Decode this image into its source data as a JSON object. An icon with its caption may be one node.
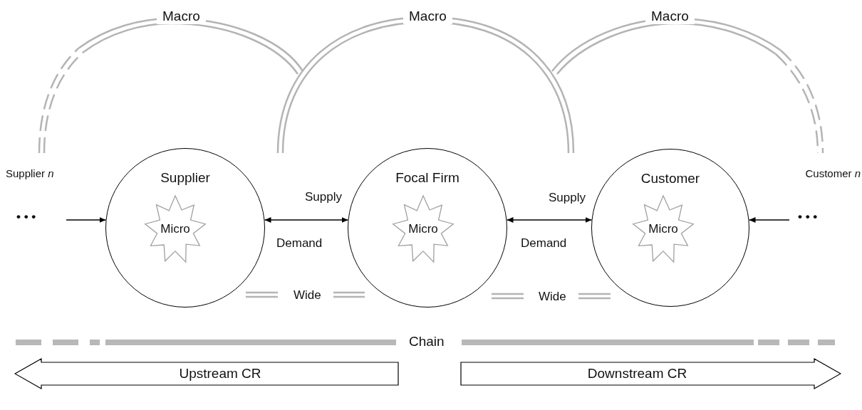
{
  "diagram": {
    "nodes": [
      {
        "text": [
          "• • •"
        ],
        "beside": [
          "Supplier *n*"
        ]
      },
      {
        "text": [
          "Supplier"
        ]
      },
      {
        "text": [
          "Micro"
        ],
        "in": 1
      },
      {
        "text": [
          "Focal Firm"
        ]
      },
      {
        "text": [
          "Micro"
        ],
        "in": 3
      },
      {
        "text": [
          "Customer"
        ]
      },
      {
        "text": [
          "Micro"
        ],
        "in": 5
      },
      {
        "text": [
          "• • •"
        ],
        "beside": [
          "Customer *n*"
        ]
      },
      {
        "text": [
          "Upstream CR"
        ]
      },
      {
        "text": [
          "Downstream CR"
        ]
      }
    ],
    "edges": [
      {
        "from": 0,
        "to": 1,
        "arrow": "to"
      },
      {
        "from": 1,
        "to": 3,
        "arrow": "both",
        "label": "Supply"
      },
      {
        "from": 3,
        "to": 5,
        "arrow": "both",
        "label": "Supply"
      },
      {
        "from": 7,
        "to": 5,
        "arrow": "to"
      }
    ],
    "labels": [
      "Macro",
      "Macro",
      "Macro",
      "Demand",
      "Demand",
      "Wide",
      "Wide",
      "Chain"
    ]
  }
}
